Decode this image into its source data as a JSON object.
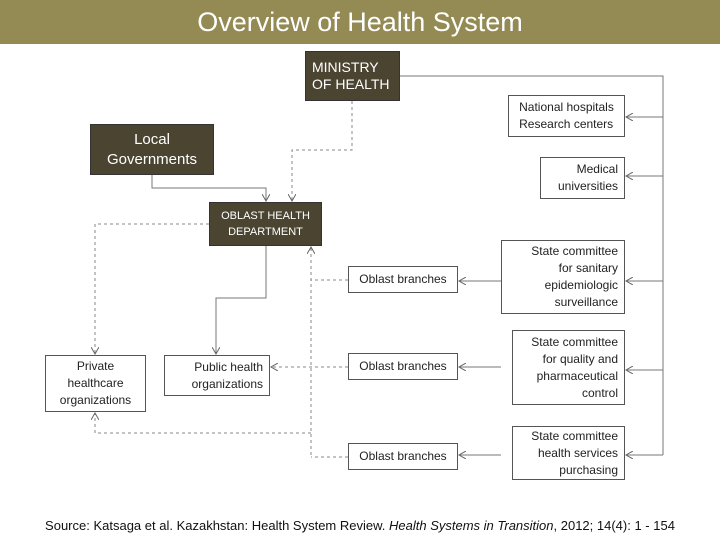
{
  "title": "Overview of Health System",
  "nodes": {
    "ministry": "MINISTRY\nOF HEALTH",
    "local": "Local\nGovernments",
    "oblast": "OBLAST HEALTH\nDEPARTMENT",
    "national": "National hospitals\nResearch centers",
    "medical": "Medical\nuniversities",
    "sanitary": "State committee\nfor sanitary\nepidemiologic\nsurveillance",
    "quality": "State committee\nfor quality and\npharmaceutical\ncontrol",
    "purchasing": "State committee\nhealth services\npurchasing",
    "branch1": "Oblast branches",
    "branch2": "Oblast branches",
    "branch3": "Oblast branches",
    "public": "Public health\norganizations",
    "private": "Private\nhealthcare\norganizations"
  },
  "source": {
    "prefix": "Source: Katsaga et al.  Kazakhstan: Health System Review. ",
    "journal": "Health Systems in Transition",
    "suffix": ", 2012; 14(4): 1 - 154"
  }
}
